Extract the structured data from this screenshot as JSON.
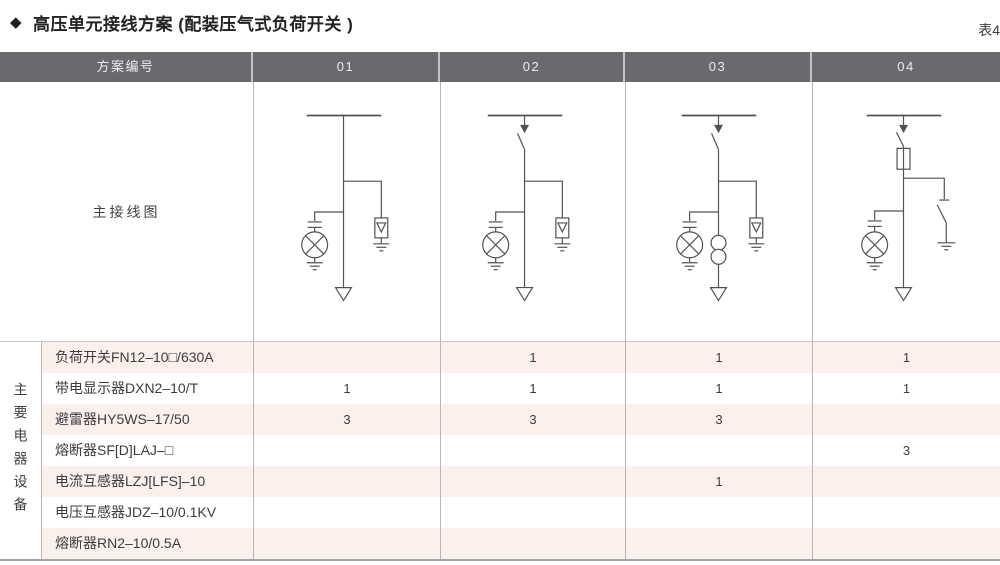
{
  "page": {
    "title_marker": "◆",
    "title": "高压单元接线方案 (配装压气式负荷开关 )",
    "table_ref": "表4"
  },
  "colors": {
    "header_bg": "#69696e",
    "header_text": "#ececee",
    "stripe_pink": "#fcf0ed",
    "grid_line": "#b6b6ba",
    "diagram_stroke": "#515156"
  },
  "table": {
    "header": {
      "scheme_label": "方案编号",
      "schemes": [
        "01",
        "02",
        "03",
        "04"
      ]
    },
    "diagram_row_label": "主接线图",
    "equipment_group_label": "主要电器设备",
    "diagrams": [
      {
        "scheme": "01",
        "symbols": [
          "busbar",
          "live-display-lamp",
          "surge-arrester",
          "cable-outgoing"
        ]
      },
      {
        "scheme": "02",
        "symbols": [
          "busbar",
          "load-switch",
          "live-display-lamp",
          "surge-arrester",
          "cable-outgoing"
        ]
      },
      {
        "scheme": "03",
        "symbols": [
          "busbar",
          "load-switch",
          "live-display-lamp",
          "current-transformer",
          "surge-arrester",
          "cable-outgoing"
        ]
      },
      {
        "scheme": "04",
        "symbols": [
          "busbar",
          "load-switch",
          "fuse",
          "live-display-lamp",
          "earthing-switch",
          "cable-outgoing"
        ]
      }
    ],
    "rows": [
      {
        "name": "负荷开关FN12–10□/630A",
        "values": [
          "",
          "1",
          "1",
          "1"
        ]
      },
      {
        "name": "带电显示器DXN2–10/T",
        "values": [
          "1",
          "1",
          "1",
          "1"
        ]
      },
      {
        "name": "避雷器HY5WS–17/50",
        "values": [
          "3",
          "3",
          "3",
          ""
        ]
      },
      {
        "name": "熔断器SF[D]LAJ–□",
        "values": [
          "",
          "",
          "",
          "3"
        ]
      },
      {
        "name": "电流互感器LZJ[LFS]–10",
        "values": [
          "",
          "",
          "1",
          ""
        ]
      },
      {
        "name": "电压互感器JDZ–10/0.1KV",
        "values": [
          "",
          "",
          "",
          ""
        ]
      },
      {
        "name": "熔断器RN2–10/0.5A",
        "values": [
          "",
          "",
          "",
          ""
        ]
      }
    ]
  }
}
